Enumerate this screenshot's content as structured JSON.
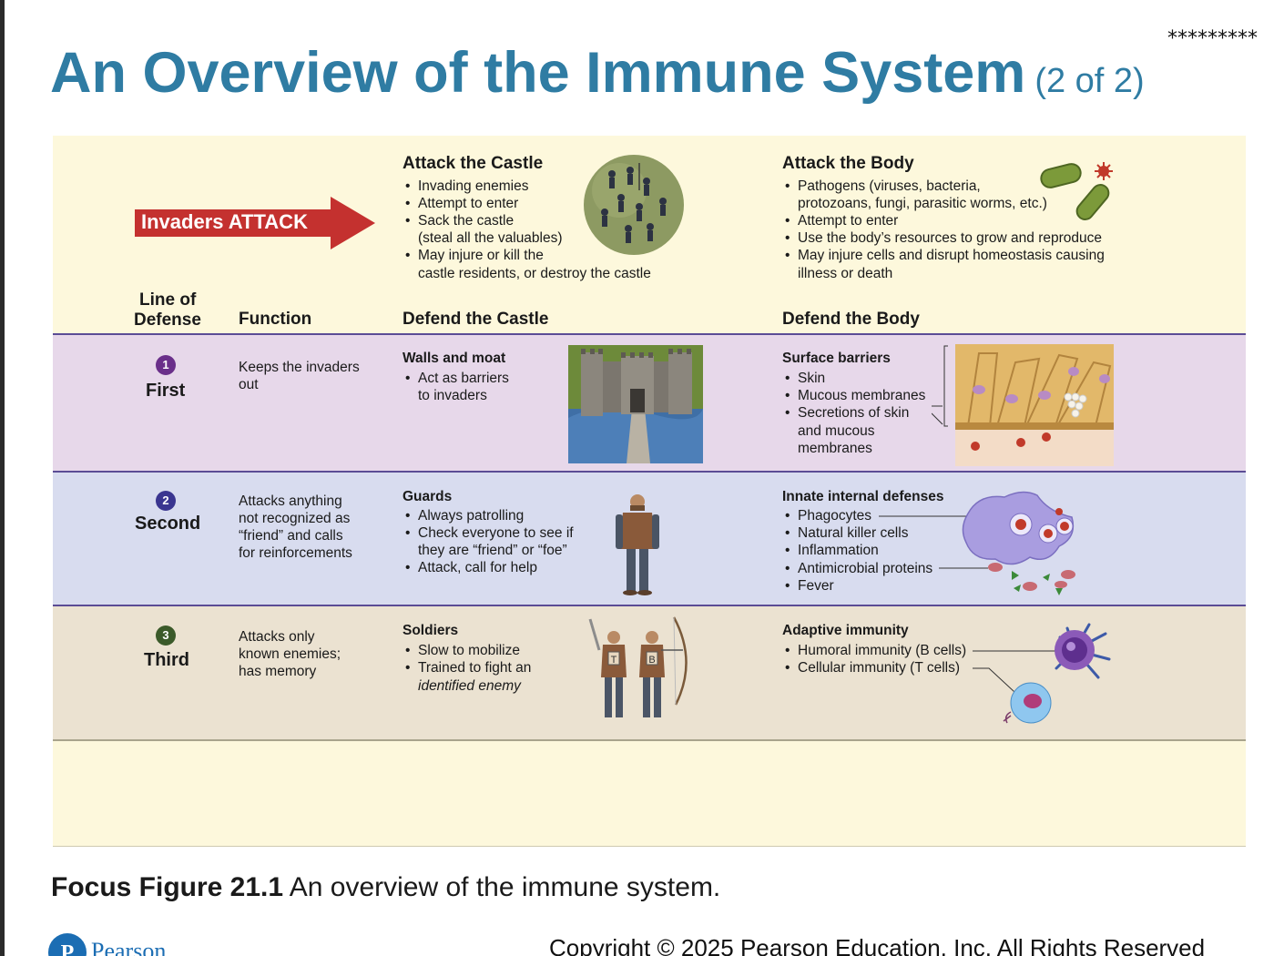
{
  "slide": {
    "corner_mark": "*********",
    "title": "An Overview of the Immune System",
    "title_suffix": "(2 of 2)",
    "caption_bold": "Focus Figure 21.1",
    "caption_text": " An overview of the immune system.",
    "copyright": "Copyright © 2025 Pearson Education, Inc. All Rights Reserved",
    "logo_text": "Pearson"
  },
  "colors": {
    "title": "#2f7ca3",
    "arrow": "#c4312f",
    "panel": "#fdf8dc",
    "row1": "#e7d8ea",
    "row2": "#d8dcef",
    "row3": "#ebe2d1",
    "divider": "#5b4c95"
  },
  "figure": {
    "invaders_label": "Invaders ATTACK",
    "attack_castle": {
      "heading": "Attack the Castle",
      "bullets": [
        "Invading enemies",
        "Attempt to enter",
        "Sack the castle",
        "(steal all the valuables)",
        "May injure or kill the",
        "castle residents, or destroy the castle"
      ]
    },
    "attack_body": {
      "heading": "Attack the Body",
      "bullets": [
        "Pathogens (viruses, bacteria,",
        "protozoans, fungi, parasitic worms, etc.)",
        "Attempt to enter",
        "Use the body’s resources to grow and reproduce",
        "May injure cells and disrupt homeostasis causing",
        "illness or death"
      ]
    },
    "col_headers": {
      "line_of_defense_1": "Line of",
      "line_of_defense_2": "Defense",
      "function": "Function",
      "defend_castle": "Defend the Castle",
      "defend_body": "Defend the Body"
    },
    "rows": [
      {
        "num": "1",
        "level": "First",
        "num_color": "#6a2f8a",
        "function": [
          "Keeps the invaders",
          "out"
        ],
        "castle_head": "Walls and moat",
        "castle_bullets": [
          "Act as barriers",
          "to invaders"
        ],
        "body_head": "Surface barriers",
        "body_bullets": [
          "Skin",
          "Mucous membranes",
          "Secretions of skin",
          "and mucous",
          "membranes"
        ]
      },
      {
        "num": "2",
        "level": "Second",
        "num_color": "#3a3590",
        "function": [
          "Attacks anything",
          "not recognized as",
          "“friend” and calls",
          "for reinforcements"
        ],
        "castle_head": "Guards",
        "castle_bullets": [
          "Always patrolling",
          "Check everyone to see if",
          "they are “friend” or “foe”",
          "Attack, call for help"
        ],
        "body_head": "Innate internal defenses",
        "body_bullets": [
          "Phagocytes",
          "Natural killer cells",
          "Inflammation",
          "Antimicrobial proteins",
          "Fever"
        ]
      },
      {
        "num": "3",
        "level": "Third",
        "num_color": "#3b5a2a",
        "function": [
          "Attacks only",
          "known enemies;",
          "has memory"
        ],
        "castle_head": "Soldiers",
        "castle_bullets": [
          "Slow to mobilize",
          "Trained to fight an",
          "identified enemy"
        ],
        "body_head": "Adaptive immunity",
        "body_bullets": [
          "Humoral immunity (B cells)",
          "Cellular immunity (T cells)"
        ]
      }
    ],
    "soldier_badges": [
      "T",
      "B"
    ]
  }
}
